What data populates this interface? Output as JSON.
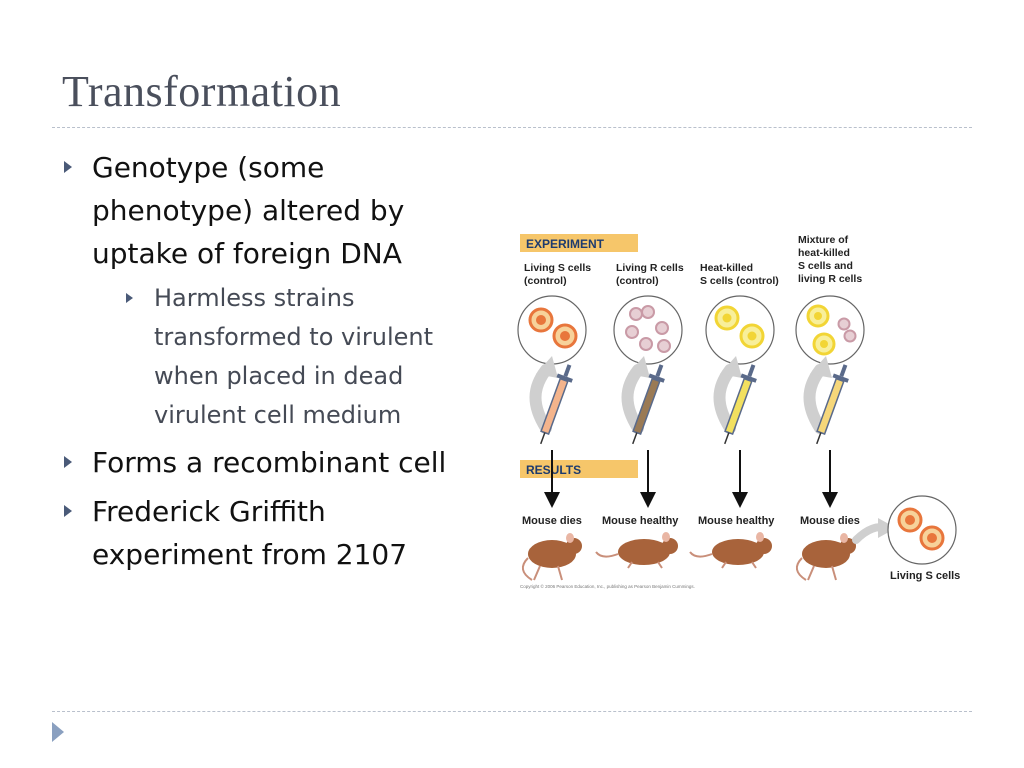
{
  "slide": {
    "title": "Transformation"
  },
  "bullets": [
    {
      "text": "Genotype (some phenotype) altered by uptake of foreign DNA",
      "sub": [
        {
          "text": "Harmless strains transformed to virulent when placed in dead virulent cell medium"
        }
      ]
    },
    {
      "text": "Forms a recombinant cell"
    },
    {
      "text": "Frederick Griffith experiment from 2107"
    }
  ],
  "figure": {
    "experiment_label": "EXPERIMENT",
    "results_label": "RESULTS",
    "columns": [
      {
        "label_line1": "Living S cells",
        "label_line2": "(control)",
        "label_line3": "",
        "label_line4": "",
        "result": "Mouse dies",
        "syringe_color": "#f4b48c"
      },
      {
        "label_line1": "Living R cells",
        "label_line2": "(control)",
        "label_line3": "",
        "label_line4": "",
        "result": "Mouse healthy",
        "syringe_color": "#9a7a55"
      },
      {
        "label_line1": "Heat-killed",
        "label_line2": "S cells (control)",
        "label_line3": "",
        "label_line4": "",
        "result": "Mouse healthy",
        "syringe_color": "#f2e060"
      },
      {
        "label_line1": "Mixture of",
        "label_line2": "heat-killed",
        "label_line3": "S cells and",
        "label_line4": "living R cells",
        "result": "Mouse dies",
        "syringe_color": "#f6d77a"
      }
    ],
    "outcome_label": "Living S cells",
    "copyright": "Copyright © 2006 Pearson Education, Inc., publishing as Pearson Benjamin Cummings.",
    "colors": {
      "label_bar": "#f6c66a",
      "s_cell": "#e8763c",
      "s_cell_ring": "#f7d29a",
      "r_cell": "#c99aa6",
      "heat_killed": "#f2d535",
      "mouse": "#a8633b"
    }
  }
}
